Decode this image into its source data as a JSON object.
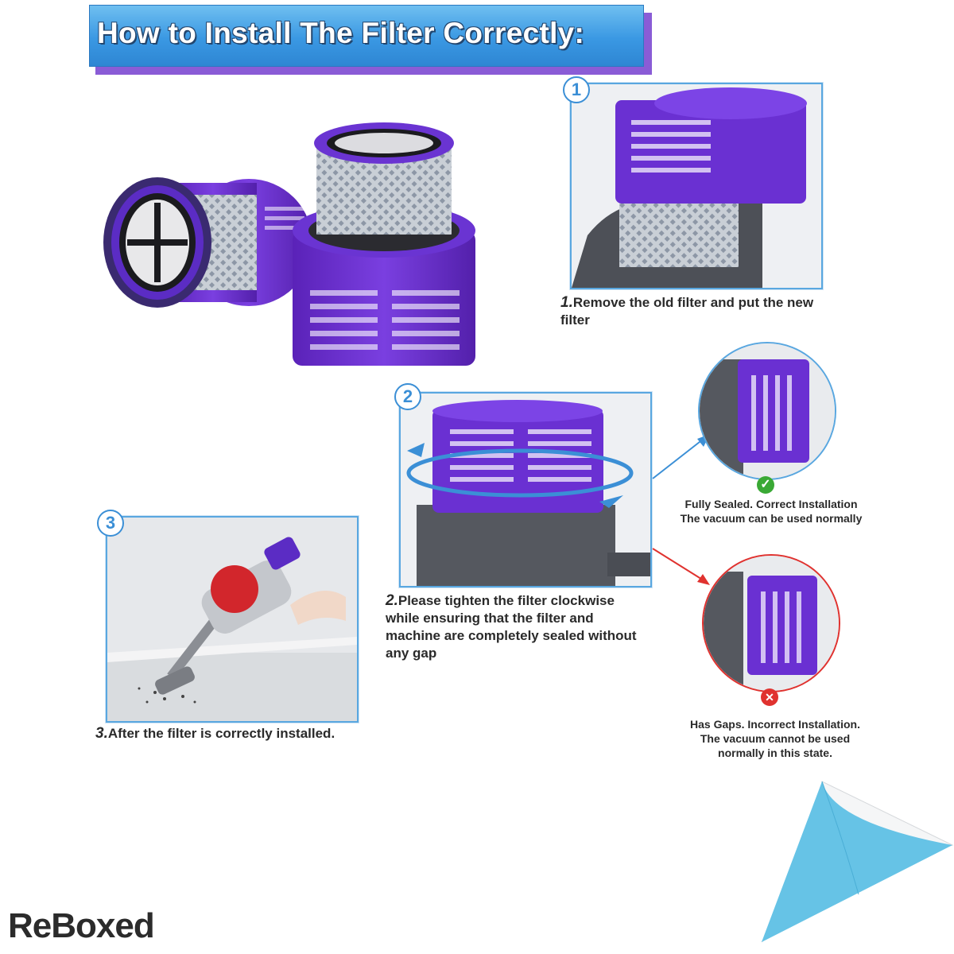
{
  "title": "How to Install The Filter Correctly:",
  "steps": [
    {
      "badge": "1",
      "num": "1.",
      "text": "Remove the old filter and put the new filter"
    },
    {
      "badge": "2",
      "num": "2.",
      "text": "Please tighten the filter clockwise while ensuring that the filter and machine are completely sealed without any gap"
    },
    {
      "badge": "3",
      "num": "3.",
      "text": "After the filter is correctly installed."
    }
  ],
  "states": {
    "correct": {
      "line1": "Fully Sealed. Correct Installation",
      "line2": "The vacuum can be used normally",
      "mark": "✓"
    },
    "incorrect": {
      "line1": "Has Gaps. Incorrect Installation.",
      "line2": "The vacuum cannot be used",
      "line3": "normally in this state.",
      "mark": "✕"
    }
  },
  "brand": "ReBoxed",
  "colors": {
    "purple": "#6a2fd0",
    "accent_blue": "#3b8fd6",
    "check_green": "#3aa935",
    "cross_red": "#e0322f"
  }
}
